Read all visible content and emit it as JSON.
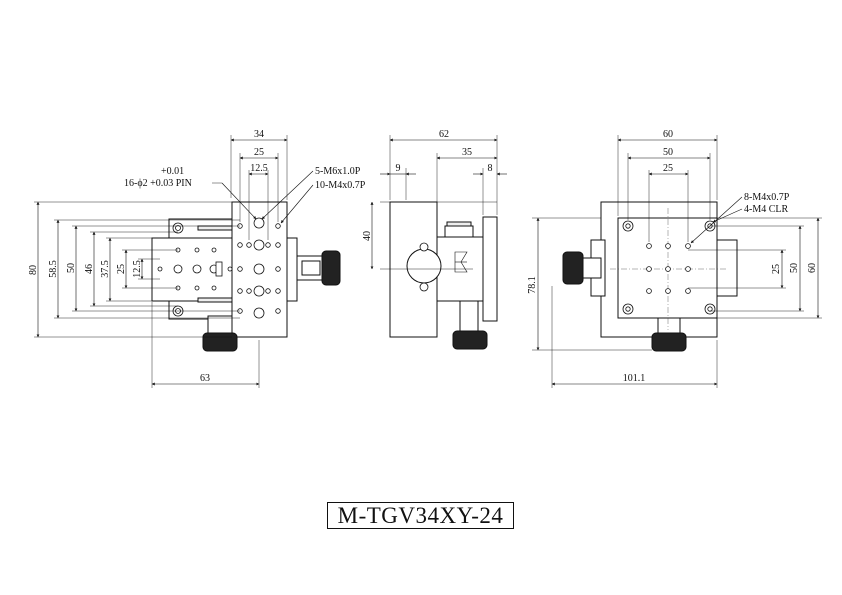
{
  "front_view": {
    "dims": {
      "top_34": "34",
      "top_25": "25",
      "top_12_5": "12.5",
      "left_80": "80",
      "left_58_5": "58.5",
      "left_50": "50",
      "left_46": "46",
      "left_37_5": "37.5",
      "left_25": "25",
      "left_12_5": "12.5",
      "bottom_63": "63"
    },
    "notes": {
      "tolerance": "+0.01",
      "pin": "16-ϕ2 +0.03 PIN",
      "m6": "5-M6x1.0P",
      "m4": "10-M4x0.7P"
    }
  },
  "side_view": {
    "dims": {
      "top_62": "62",
      "top_35": "35",
      "top_9": "9",
      "top_8": "8",
      "right_40": "40"
    }
  },
  "rear_view": {
    "dims": {
      "top_60": "60",
      "top_50": "50",
      "top_25": "25",
      "left_78_1": "78.1",
      "right_25": "25",
      "right_50": "50",
      "right_60": "60",
      "bottom_101_1": "101.1"
    },
    "notes": {
      "m4_tapped": "8-M4x0.7P",
      "m4_clear": "4-M4 CLR"
    }
  },
  "model_label": "M-TGV34XY-24",
  "colors": {
    "line": "#111111",
    "knob": "#222222"
  }
}
